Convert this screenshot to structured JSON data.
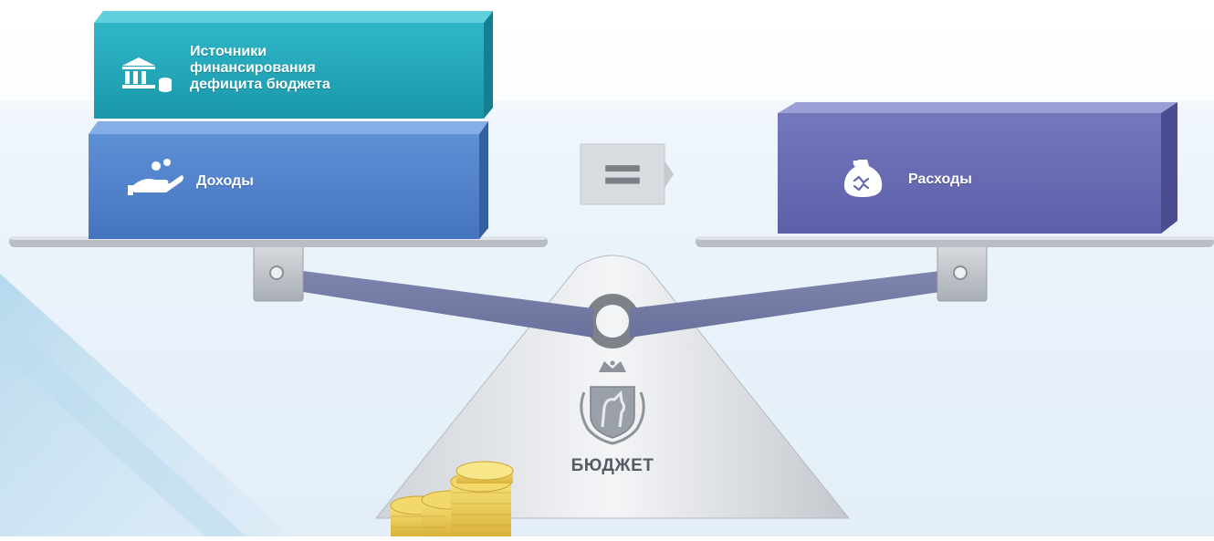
{
  "diagram": {
    "sources": {
      "label": "Источники\nфинансирования\nдефицита бюджета",
      "icon": "bank-coins-icon",
      "color": "#1fa3b5"
    },
    "income": {
      "label": "Доходы",
      "icon": "hand-coins-icon",
      "color": "#4f7fc8"
    },
    "expenses": {
      "label": "Расходы",
      "icon": "money-bag-icon",
      "color": "#6568b0"
    },
    "equals_sign": "=",
    "budget_label": "БЮДЖЕТ",
    "emblem": "coat-of-arms-icon"
  }
}
